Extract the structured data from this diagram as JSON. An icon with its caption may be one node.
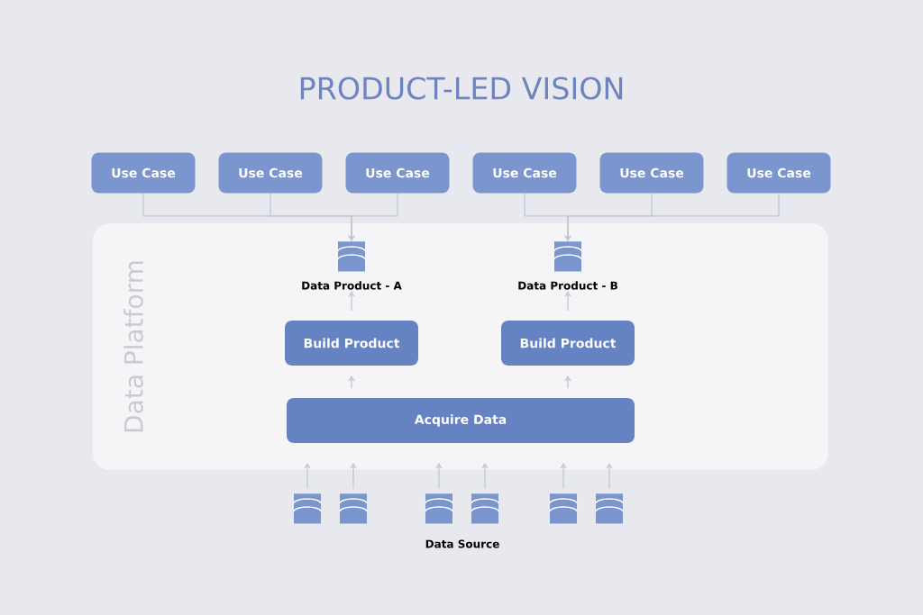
{
  "diagram": {
    "title": "PRODUCT-LED VISION",
    "nodes": [
      {
        "text": [
          "Data Platform"
        ]
      },
      {
        "text": [
          "Use Case"
        ]
      },
      {
        "text": [
          "Use Case"
        ]
      },
      {
        "text": [
          "Use Case"
        ]
      },
      {
        "text": [
          "Use Case"
        ]
      },
      {
        "text": [
          "Use Case"
        ]
      },
      {
        "text": [
          "Use Case"
        ]
      },
      {
        "text": [],
        "shape": "cylinder",
        "beside": [
          "Data Product - A"
        ],
        "in": 0
      },
      {
        "text": [],
        "shape": "cylinder",
        "beside": [
          "Data Product - B"
        ],
        "in": 0
      },
      {
        "text": [
          "Build Product"
        ],
        "in": 0
      },
      {
        "text": [
          "Build Product"
        ],
        "in": 0
      },
      {
        "text": [
          "Acquire Data"
        ],
        "in": 0
      },
      {
        "text": [],
        "shape": "cylinder"
      },
      {
        "text": [],
        "shape": "cylinder"
      },
      {
        "text": [],
        "shape": "cylinder"
      },
      {
        "text": [],
        "shape": "cylinder"
      },
      {
        "text": [],
        "shape": "cylinder"
      },
      {
        "text": [],
        "shape": "cylinder"
      }
    ],
    "edges": [
      {
        "from": 1,
        "to": 7,
        "arrow": "to"
      },
      {
        "from": 2,
        "to": 7,
        "arrow": "to"
      },
      {
        "from": 3,
        "to": 7,
        "arrow": "to"
      },
      {
        "from": 4,
        "to": 8,
        "arrow": "to"
      },
      {
        "from": 5,
        "to": 8,
        "arrow": "to"
      },
      {
        "from": 6,
        "to": 8,
        "arrow": "to"
      },
      {
        "from": 9,
        "to": 7,
        "arrow": "to"
      },
      {
        "from": 10,
        "to": 8,
        "arrow": "to"
      },
      {
        "from": 11,
        "to": 9,
        "arrow": "to"
      },
      {
        "from": 11,
        "to": 10,
        "arrow": "to"
      },
      {
        "from": 12,
        "to": 11,
        "arrow": "to"
      },
      {
        "from": 13,
        "to": 11,
        "arrow": "to"
      },
      {
        "from": 14,
        "to": 11,
        "arrow": "to"
      },
      {
        "from": 15,
        "to": 11,
        "arrow": "to"
      },
      {
        "from": 16,
        "to": 11,
        "arrow": "to"
      },
      {
        "from": 17,
        "to": 11,
        "arrow": "to"
      }
    ],
    "labels": [
      "Data Source"
    ]
  }
}
